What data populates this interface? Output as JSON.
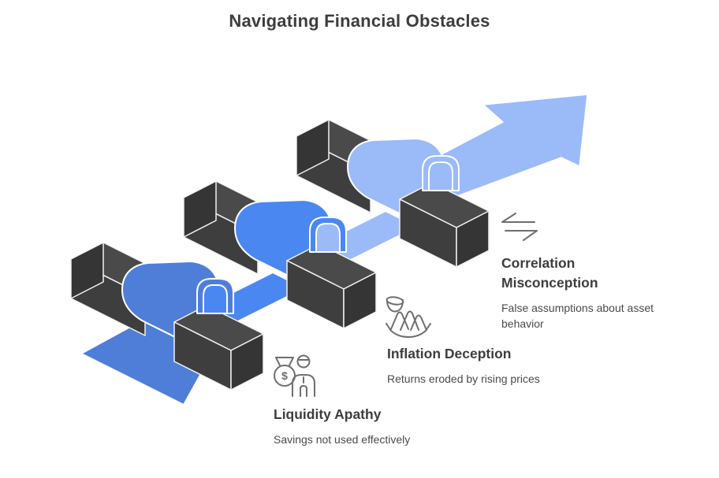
{
  "title": "Navigating Financial Obstacles",
  "colors": {
    "segment1": "#4e7ed8",
    "segment2": "#4a87f1",
    "segment3": "#9bbaf8",
    "obstacle_top": "#4a4a4a",
    "obstacle_front": "#3e3e3e",
    "obstacle_end": "#353535",
    "heading_text": "#3d3d3d",
    "body_text": "#4a4a4a",
    "icon_stroke": "#6e6e6e",
    "background": "#ffffff"
  },
  "obstacles": [
    {
      "heading": "Liquidity Apathy",
      "description": "Savings not used effectively",
      "icon": "money-bag-and-person-icon",
      "icon_glyph": "$"
    },
    {
      "heading": "Inflation Deception",
      "description": "Returns eroded by rising prices",
      "icon": "bowl-and-stones-icon"
    },
    {
      "heading": "Correlation Misconception",
      "description": "False assumptions about asset behavior",
      "icon": "opposing-arrows-icon"
    }
  ]
}
